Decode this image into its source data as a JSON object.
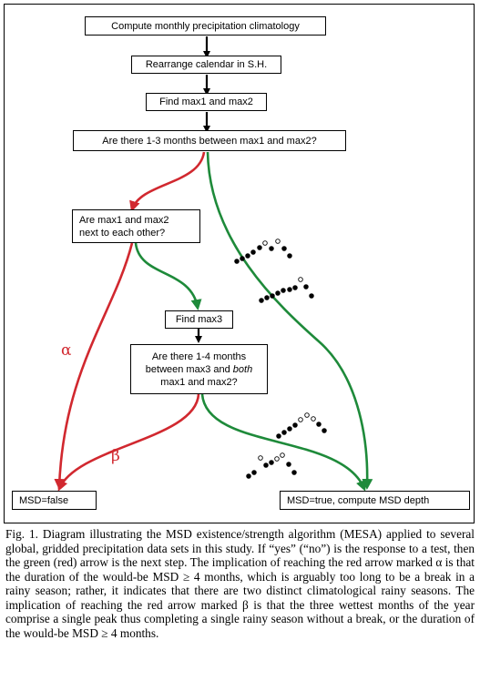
{
  "nodes": {
    "compute_climatology": "Compute monthly precipitation climatology",
    "rearrange_calendar": "Rearrange calendar in S.H.",
    "find_max12": "Find max1 and max2",
    "test_1_3_months": "Are there 1-3 months between max1 and max2?",
    "test_adjacent": {
      "line1": "Are max1 and max2",
      "line2": "next to each other?"
    },
    "find_max3": "Find max3",
    "test_1_4_months": {
      "line1": "Are there 1-4 months",
      "line2_pre": "between max3 and ",
      "line2_em": "both",
      "line3": "max1 and max2?"
    },
    "msd_false": "MSD=false",
    "msd_true": "MSD=true, compute MSD depth"
  },
  "labels": {
    "alpha": "α",
    "beta": "β"
  },
  "colors": {
    "yes_arrow": "#1e8a3a",
    "no_arrow": "#d1282f",
    "step_arrow": "#000000",
    "dot_filled": "#000000",
    "dot_open": "#ffffff"
  },
  "caption": "Fig. 1. Diagram illustrating the MSD existence/strength algorithm (MESA) applied to several global, gridded precipitation data sets in this study. If “yes” (“no”) is the response to a test, then the green (red) arrow is the next step. The implication of reaching the red arrow marked α is that the duration of the would-be MSD ≥ 4 months, which is arguably too long to be a break in a rainy season; rather, it indicates that there are two distinct climatological rainy seasons. The implication of reaching the red arrow marked β is that the three wettest months of the year comprise a single peak thus completing a single rainy season without a break, or the duration of the would-be MSD ≥ 4 months."
}
